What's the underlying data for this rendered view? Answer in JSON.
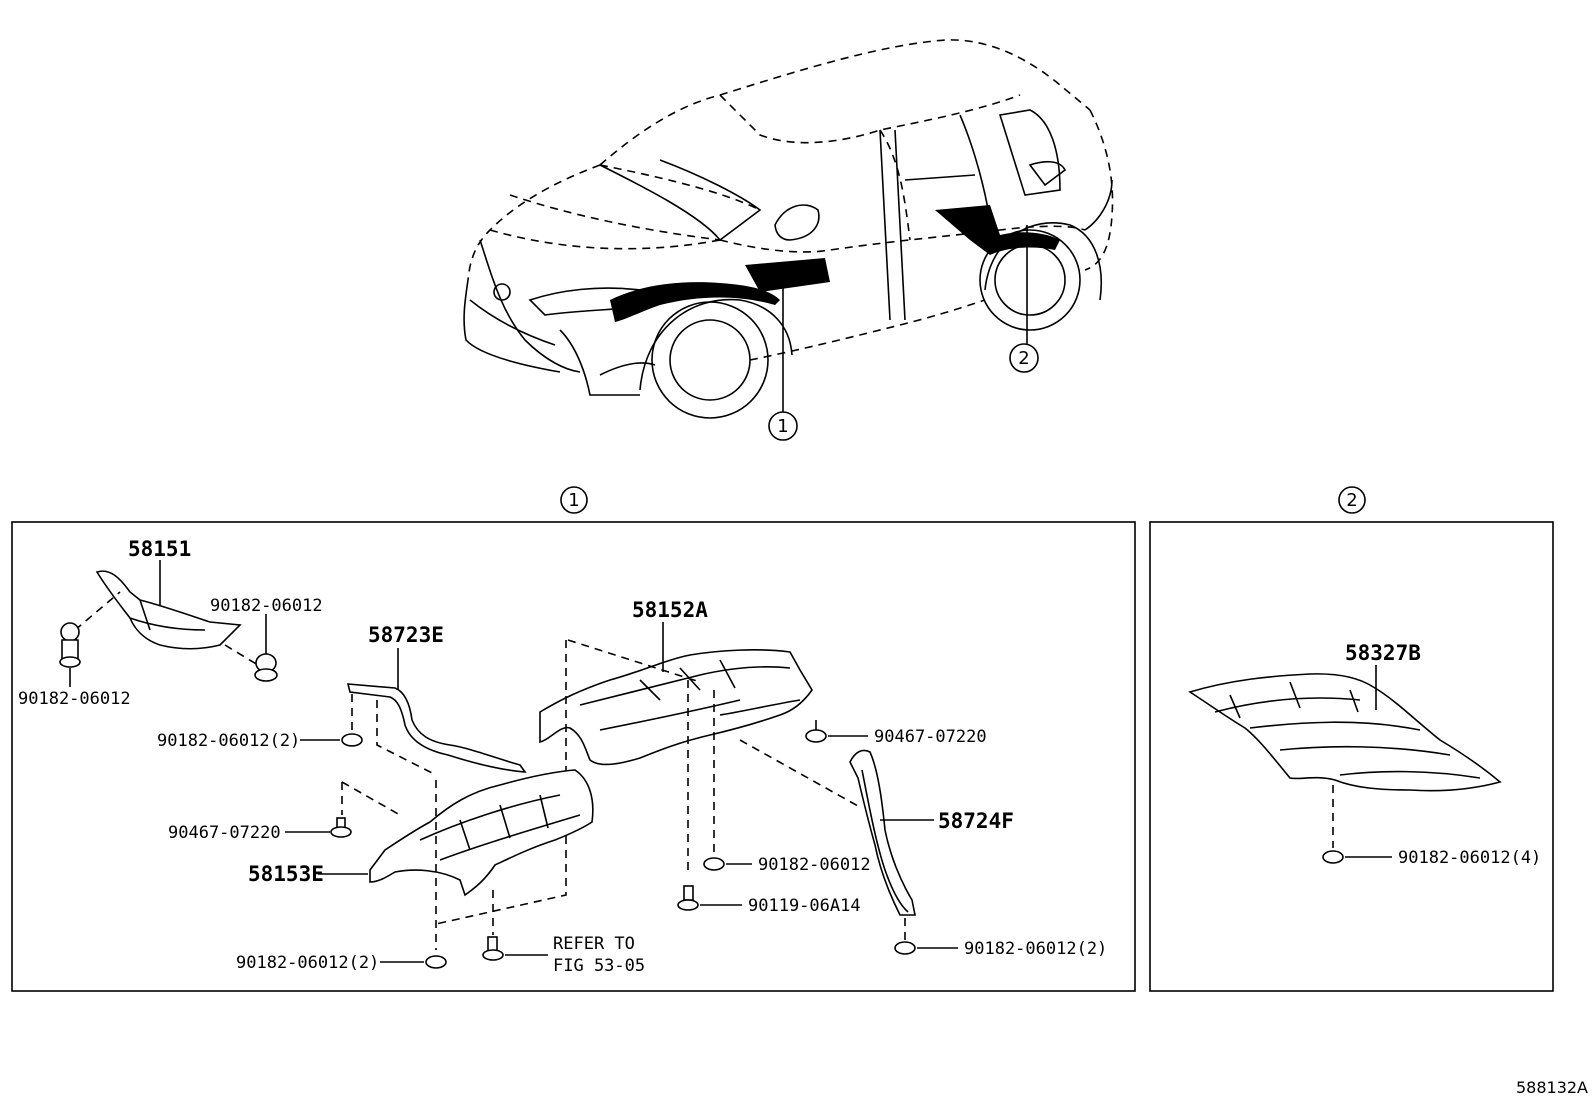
{
  "diagram": {
    "callout_1": "1",
    "callout_2": "2",
    "section_1_marker": "1",
    "section_2_marker": "2",
    "figure_id": "588132A",
    "parts": {
      "p58151": "58151",
      "p58152A": "58152A",
      "p58723E": "58723E",
      "p58724F": "58724F",
      "p58153E": "58153E",
      "p58327B": "58327B"
    },
    "fasteners": {
      "f_58151_right": "90182-06012",
      "f_58151_left": "90182-06012",
      "f_58723E": "90182-06012(2)",
      "f_58152A_right": "90467-07220",
      "f_58153E_top": "90467-07220",
      "f_center_clip": "90182-06012",
      "f_center_bolt": "90119-06A14",
      "f_58724F_bottom": "90182-06012(2)",
      "f_58153E_bottom": "90182-06012(2)",
      "f_58327B": "90182-06012(4)"
    },
    "refer_to_line1": "REFER TO",
    "refer_to_line2": "FIG 53-05"
  }
}
